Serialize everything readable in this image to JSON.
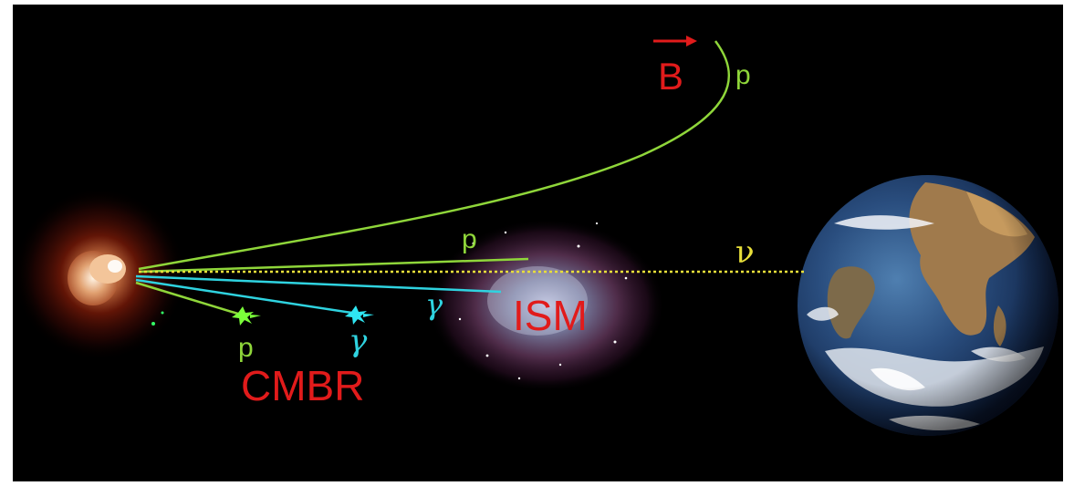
{
  "labels": {
    "b_field": "B",
    "proton_deflected": "p",
    "proton_ism": "p",
    "neutrino": "ν",
    "gamma_ism": "γ",
    "ism": "ISM",
    "proton_cmbr": "p",
    "gamma_cmbr": "γ",
    "cmbr": "CMBR"
  },
  "colors": {
    "background": "#000000",
    "proton": "#8fd63a",
    "gamma": "#2fd3e0",
    "neutrino": "#e8df3a",
    "label_red": "#e11b1b"
  }
}
